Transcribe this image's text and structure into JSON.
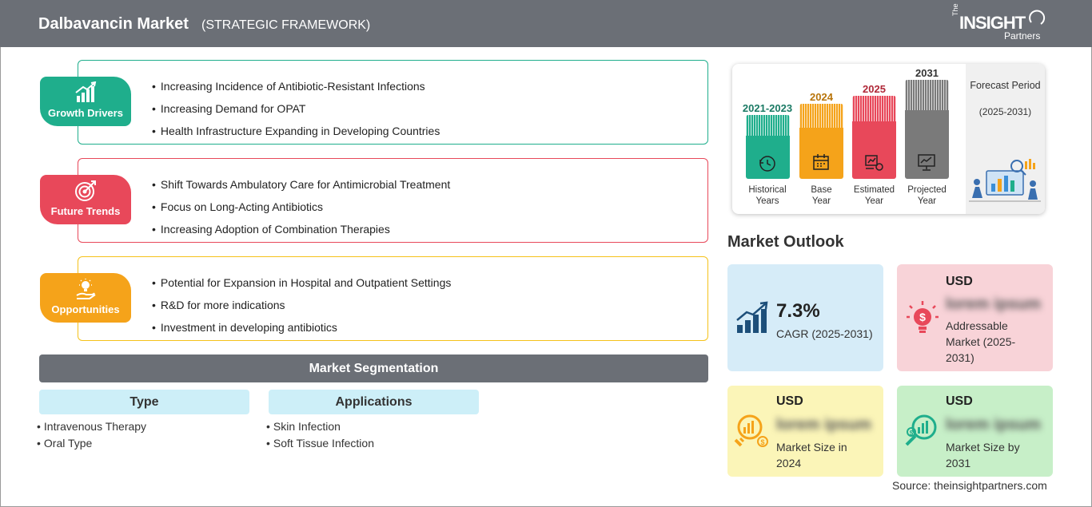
{
  "header": {
    "title": "Dalbavancin Market",
    "subtitle": "(STRATEGIC FRAMEWORK)",
    "logo": {
      "the": "The",
      "brand": "INSIGHT",
      "partners": "Partners"
    }
  },
  "framework": [
    {
      "label": "Growth Drivers",
      "icon": "growth-chart-icon",
      "color": "#1fae8c",
      "items": [
        "Increasing Incidence of Antibiotic-Resistant Infections",
        "Increasing Demand for OPAT",
        "Health Infrastructure Expanding in Developing Countries"
      ]
    },
    {
      "label": "Future Trends",
      "icon": "target-icon",
      "color": "#e8485a",
      "items": [
        "Shift Towards Ambulatory Care for Antimicrobial Treatment",
        "Focus on Long-Acting Antibiotics",
        "Increasing Adoption of Combination Therapies"
      ]
    },
    {
      "label": "Opportunities",
      "icon": "lightbulb-hand-icon",
      "color": "#f5a31a",
      "items": [
        "Potential for Expansion in Hospital and Outpatient Settings",
        "R&D for more indications",
        "Investment in developing antibiotics"
      ]
    }
  ],
  "segmentation": {
    "title": "Market Segmentation",
    "groups": [
      {
        "heading": "Type",
        "items": [
          "Intravenous Therapy",
          "Oral Type"
        ]
      },
      {
        "heading": "Applications",
        "items": [
          "Skin Infection",
          "Soft Tissue Infection"
        ]
      }
    ]
  },
  "timeline": {
    "periods": [
      {
        "year": "2021-2023",
        "label_1": "Historical",
        "label_2": "Years",
        "color": "#1fae8c",
        "year_color": "#1a7a64",
        "icon": "history-icon"
      },
      {
        "year": "2024",
        "label_1": "Base",
        "label_2": "Year",
        "color": "#f5a31a",
        "year_color": "#b8740a",
        "icon": "calendar-icon"
      },
      {
        "year": "2025",
        "label_1": "Estimated",
        "label_2": "Year",
        "color": "#e8485a",
        "year_color": "#b02838",
        "icon": "estimate-icon"
      },
      {
        "year": "2031",
        "label_1": "Projected",
        "label_2": "Year",
        "color": "#7a7a7a",
        "year_color": "#333333",
        "icon": "projection-icon"
      }
    ],
    "forecast_title": "Forecast Period",
    "forecast_range": "(2025-2031)"
  },
  "outlook": {
    "title": "Market Outlook",
    "cagr": {
      "value": "7.3%",
      "label": "CAGR (2025-2031)",
      "color": "#d6ecf8"
    },
    "addressable": {
      "currency": "USD",
      "value": "lorem ipsum",
      "label": "Addressable Market (2025-2031)",
      "color": "#f8d3d8"
    },
    "size_2024": {
      "currency": "USD",
      "value": "lorem ipsum",
      "label": "Market Size in 2024",
      "color": "#fbf5b8"
    },
    "size_2031": {
      "currency": "USD",
      "value": "lorem ipsum",
      "label": "Market Size by 2031",
      "color": "#c7efc8"
    }
  },
  "source": "Source: theinsightpartners.com"
}
